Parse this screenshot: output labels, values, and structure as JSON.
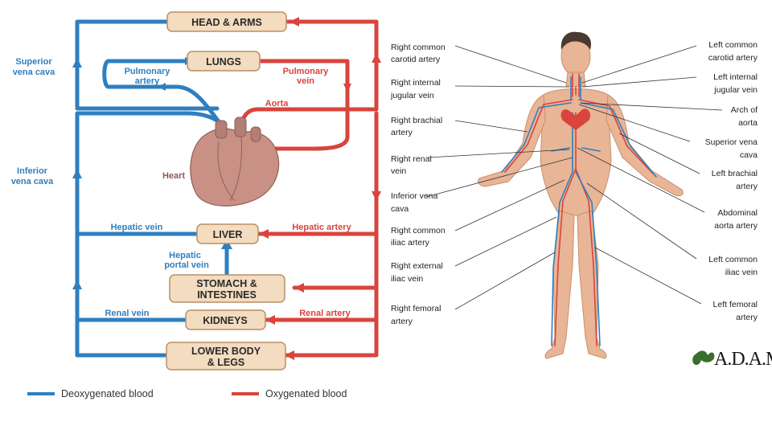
{
  "colors": {
    "deoxygenated": "#2f7fc0",
    "oxygenated": "#d9443c",
    "box_fill": "#f3dcc0",
    "box_stroke": "#b98f66",
    "heart": "#c99186",
    "skin": "#e8b596"
  },
  "circulation": {
    "boxes": {
      "head_arms": "HEAD & ARMS",
      "lungs": "LUNGS",
      "liver": "LIVER",
      "stomach_1": "STOMACH &",
      "stomach_2": "INTESTINES",
      "kidneys": "KIDNEYS",
      "lower_1": "LOWER BODY",
      "lower_2": "& LEGS"
    },
    "labels": {
      "superior_vena_cava_1": "Superior",
      "superior_vena_cava_2": "vena cava",
      "inferior_vena_cava_1": "Inferior",
      "inferior_vena_cava_2": "vena cava",
      "pulmonary_artery_1": "Pulmonary",
      "pulmonary_artery_2": "artery",
      "pulmonary_vein_1": "Pulmonary",
      "pulmonary_vein_2": "vein",
      "aorta": "Aorta",
      "heart": "Heart",
      "hepatic_vein": "Hepatic vein",
      "hepatic_artery": "Hepatic artery",
      "hepatic_portal_vein_1": "Hepatic",
      "hepatic_portal_vein_2": "portal vein",
      "renal_vein": "Renal vein",
      "renal_artery": "Renal artery"
    },
    "legend": {
      "deoxygenated": "Deoxygenated blood",
      "oxygenated": "Oxygenated blood"
    }
  },
  "anatomy": {
    "left_labels": [
      [
        "Right common",
        "carotid artery"
      ],
      [
        "Right internal",
        "jugular vein"
      ],
      [
        "Right brachial",
        "artery"
      ],
      [
        "Right renal",
        "vein"
      ],
      [
        "Inferior vena",
        "cava"
      ],
      [
        "Right common",
        "iliac artery"
      ],
      [
        "Right external",
        "iliac vein"
      ],
      [
        "Right femoral",
        "artery"
      ]
    ],
    "right_labels": [
      [
        "Left common",
        "carotid artery"
      ],
      [
        "Left internal",
        "jugular vein"
      ],
      [
        "Arch of",
        "aorta"
      ],
      [
        "Superior vena",
        "cava"
      ],
      [
        "Left brachial",
        "artery"
      ],
      [
        "Abdominal",
        "aorta artery"
      ],
      [
        "Left common",
        "iliac vein"
      ],
      [
        "Left femoral",
        "artery"
      ]
    ],
    "logo": "A.D.A.M."
  }
}
